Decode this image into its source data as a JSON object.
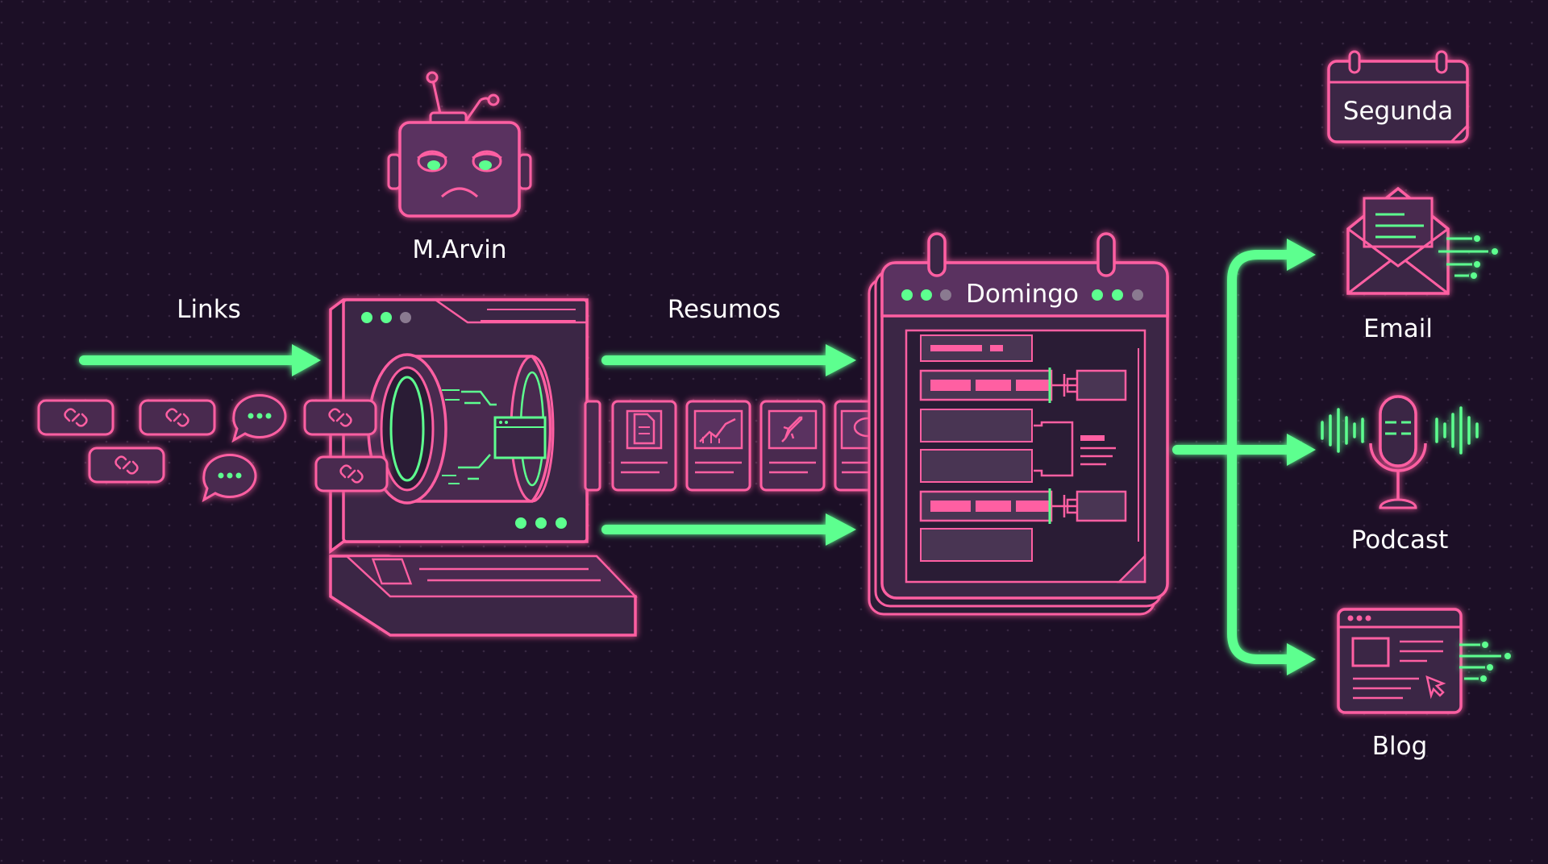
{
  "labels": {
    "links": "Links",
    "resumos": "Resumos",
    "robot": "M.Arvin",
    "calendar_day": "Segunda",
    "digest_day": "Domingo",
    "outputs": {
      "email": "Email",
      "podcast": "Podcast",
      "blog": "Blog"
    }
  },
  "colors": {
    "background": "#1c0f26",
    "pink": "#ff5fa2",
    "green": "#5dff8f",
    "panel": "#3a2645",
    "text": "#ffffff"
  },
  "icons": [
    "link-icon",
    "chat-bubble-icon",
    "robot-icon",
    "laptop-icon",
    "document-icon",
    "chart-icon",
    "rocket-icon",
    "calendar-icon",
    "envelope-icon",
    "microphone-icon",
    "browser-icon"
  ]
}
